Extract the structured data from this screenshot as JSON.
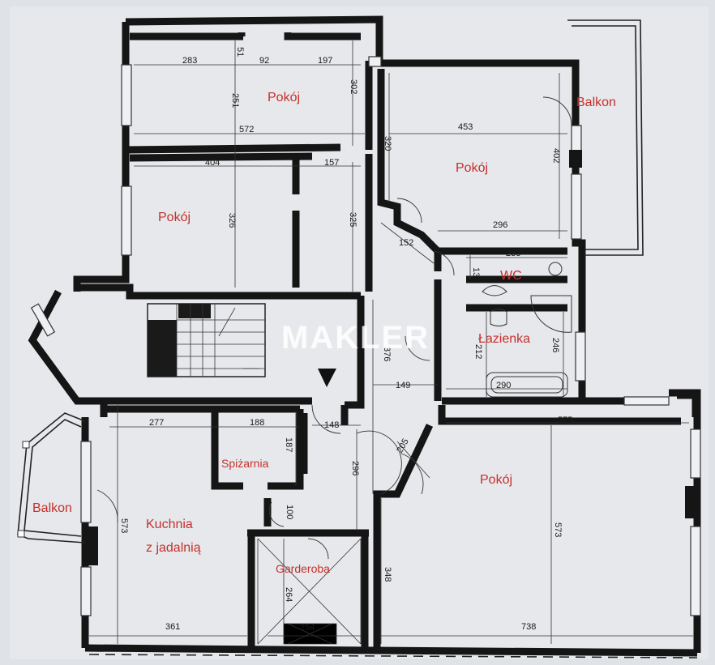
{
  "rooms": {
    "pokoj_1": "Pokój",
    "pokoj_2": "Pokój",
    "pokoj_3": "Pokój",
    "pokoj_4": "Pokój",
    "balkon_top": "Balkon",
    "balkon_left": "Balkon",
    "wc": "WC",
    "lazienka": "Łazienka",
    "spizarnia": "Spiżarnia",
    "kuchnia_line1": "Kuchnia",
    "kuchnia_line2": "z jadalnią",
    "garderoba": "Garderoba"
  },
  "dimensions": {
    "d51": "51",
    "d283": "283",
    "d92": "92",
    "d197": "197",
    "d302": "302",
    "d251": "251",
    "d572": "572",
    "d453": "453",
    "d320": "320",
    "d402": "402",
    "d404": "404",
    "d157": "157",
    "d326": "326",
    "d325": "325",
    "d152": "152",
    "d296a": "296",
    "d238": "238",
    "d133": "133",
    "d212": "212",
    "d246": "246",
    "d376": "376",
    "d149": "149",
    "d290": "290",
    "d277": "277",
    "d188": "188",
    "d148": "148",
    "d575": "575",
    "d187": "187",
    "d296b": "296",
    "d205": "205",
    "d573a": "573",
    "d100": "100",
    "d573b": "573",
    "d348": "348",
    "d264": "264",
    "d361": "361",
    "d254": "254",
    "d738": "738"
  },
  "watermark": "MAKLER",
  "colors": {
    "room_label": "#c6302c",
    "paper": "#dfe2e6",
    "wall": "#151515"
  }
}
